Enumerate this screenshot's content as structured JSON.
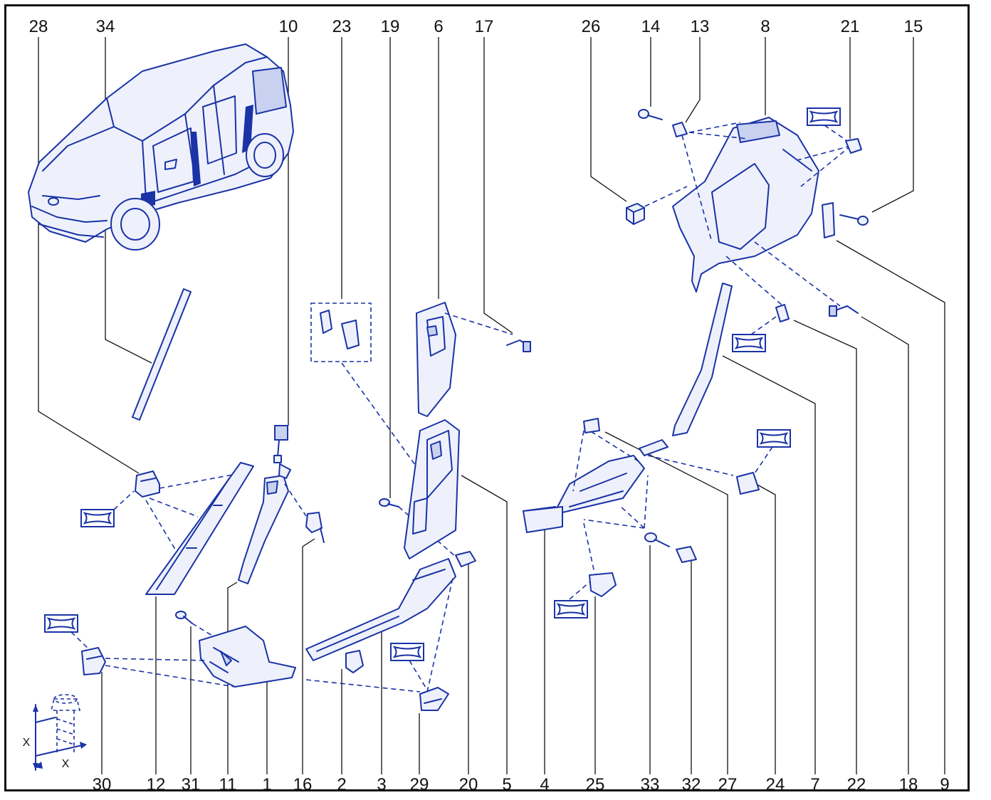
{
  "callouts": {
    "top": [
      "28",
      "34",
      "10",
      "23",
      "19",
      "6",
      "17",
      "26",
      "14",
      "13",
      "8",
      "21",
      "15"
    ],
    "bottom": [
      "30",
      "12",
      "31",
      "11",
      "1",
      "16",
      "2",
      "3",
      "29",
      "20",
      "5",
      "4",
      "25",
      "33",
      "32",
      "27",
      "24",
      "7",
      "22",
      "18",
      "9"
    ]
  },
  "dimension_label": "X",
  "colors": {
    "drawing": "#1a33a6",
    "text": "#111111",
    "fill": "#eef1fb"
  }
}
